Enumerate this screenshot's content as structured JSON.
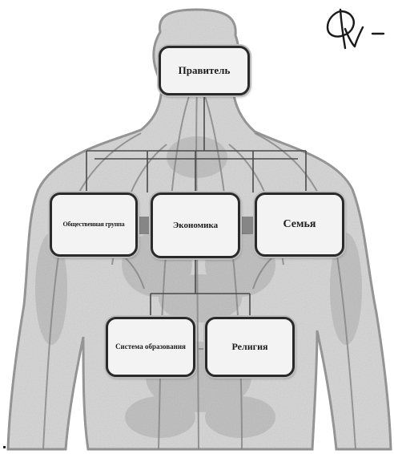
{
  "diagram": {
    "nodes": {
      "ruler": "Правитель",
      "society": "Общественная группа",
      "economy": "Экономика",
      "family": "Семья",
      "education": "Система образования",
      "religion": "Религия"
    },
    "edges": [
      [
        "ruler",
        "society"
      ],
      [
        "ruler",
        "economy"
      ],
      [
        "ruler",
        "family"
      ],
      [
        "economy",
        "education"
      ],
      [
        "economy",
        "religion"
      ]
    ],
    "colors": {
      "background": "#ffffff",
      "body_fill": "#d4d4d4",
      "body_outline": "#8e8e8e",
      "organ_shade": "#a9a9a9",
      "connector": "#4a4a4a",
      "node_fill": "#f3f3f3",
      "node_border": "#2a2a2a"
    },
    "background_image": "human-anatomy-circulatory-figure",
    "corner_mark": "handwritten-signature"
  }
}
